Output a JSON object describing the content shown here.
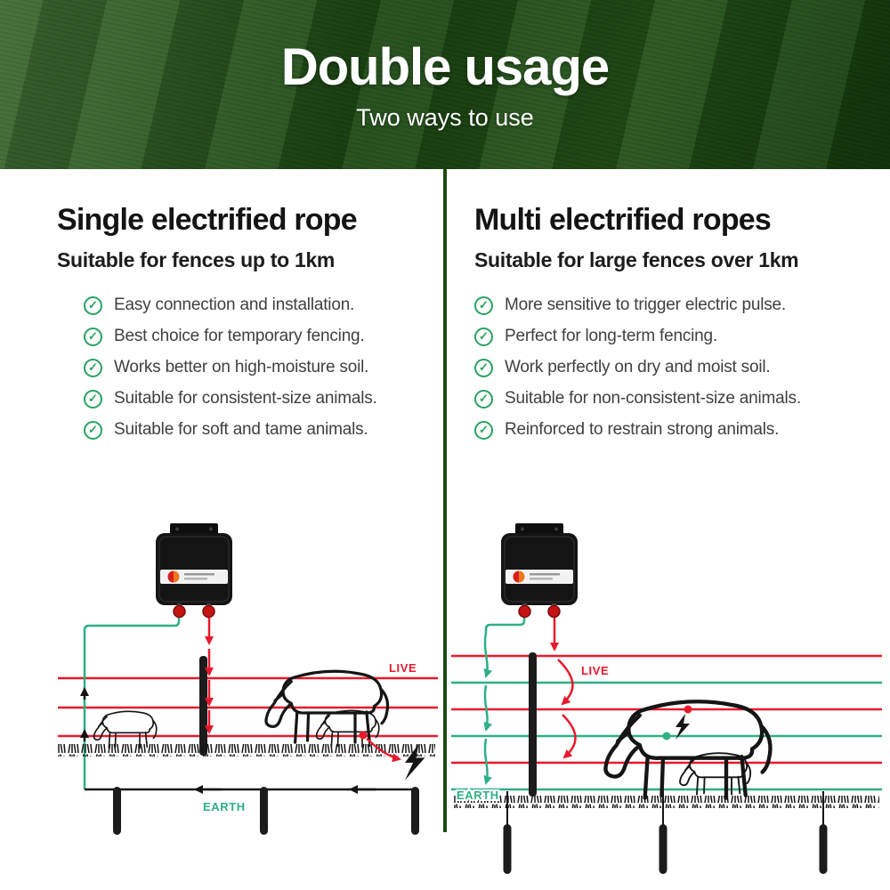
{
  "banner": {
    "title": "Double usage",
    "subtitle": "Two ways to use"
  },
  "icons": {
    "check": "✓"
  },
  "left": {
    "title": "Single electrified rope",
    "subtitle": "Suitable for fences up to 1km",
    "items": [
      "Easy connection and installation.",
      "Best choice for temporary fencing.",
      "Works better on high-moisture soil.",
      "Suitable for consistent-size animals.",
      "Suitable for soft and tame animals."
    ],
    "diagram": {
      "live_label": "LIVE",
      "earth_label": "EARTH"
    }
  },
  "right": {
    "title": "Multi electrified ropes",
    "subtitle": "Suitable for large fences over 1km",
    "items": [
      "More sensitive to trigger electric pulse.",
      "Perfect for long-term fencing.",
      "Work perfectly on dry and moist soil.",
      "Suitable for non-consistent-size animals.",
      "Reinforced to restrain strong animals."
    ],
    "diagram": {
      "live_label": "LIVE",
      "earth_label": "EARTH"
    }
  },
  "colors": {
    "live_red": "#e8192c",
    "earth_green": "#2eb086",
    "check_green": "#27a35f",
    "banner_green": "#1d4a12"
  }
}
